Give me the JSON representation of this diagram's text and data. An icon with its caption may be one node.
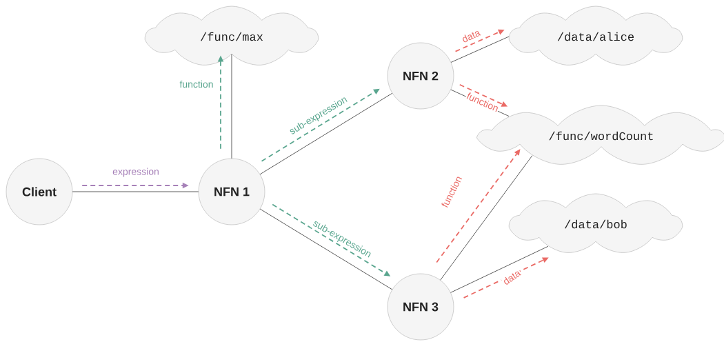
{
  "diagram": {
    "nodes": [
      {
        "text": [
          "Client"
        ]
      },
      {
        "text": [
          "NFN 1"
        ]
      },
      {
        "text": [
          "NFN 2"
        ]
      },
      {
        "text": [
          "NFN 3"
        ]
      },
      {
        "text": [
          "/func/max"
        ]
      },
      {
        "text": [
          "/data/alice"
        ]
      },
      {
        "text": [
          "/func/wordCount"
        ]
      },
      {
        "text": [
          "/data/bob"
        ]
      }
    ],
    "edges": [
      {
        "from": 0,
        "to": 1,
        "arrow": "none"
      },
      {
        "from": 1,
        "to": 4,
        "arrow": "none"
      },
      {
        "from": 1,
        "to": 2,
        "arrow": "none"
      },
      {
        "from": 1,
        "to": 3,
        "arrow": "none"
      },
      {
        "from": 2,
        "to": 5,
        "arrow": "none"
      },
      {
        "from": 2,
        "to": 6,
        "arrow": "none"
      },
      {
        "from": 3,
        "to": 6,
        "arrow": "none"
      },
      {
        "from": 3,
        "to": 7,
        "arrow": "none"
      },
      {
        "from": 0,
        "to": 1,
        "arrow": "to",
        "label": "expression",
        "style": "dashed",
        "color": "#a680b8"
      },
      {
        "from": 1,
        "to": 4,
        "arrow": "to",
        "label": "function",
        "style": "dashed",
        "color": "#5aa68f"
      },
      {
        "from": 1,
        "to": 2,
        "arrow": "to",
        "label": "sub-expression",
        "style": "dashed",
        "color": "#5aa68f"
      },
      {
        "from": 1,
        "to": 3,
        "arrow": "to",
        "label": "sub-expression",
        "style": "dashed",
        "color": "#5aa68f"
      },
      {
        "from": 2,
        "to": 5,
        "arrow": "to",
        "label": "data",
        "style": "dashed",
        "color": "#ea6b66"
      },
      {
        "from": 2,
        "to": 6,
        "arrow": "to",
        "label": "function",
        "style": "dashed",
        "color": "#ea6b66"
      },
      {
        "from": 3,
        "to": 6,
        "arrow": "to",
        "label": "function",
        "style": "dashed",
        "color": "#ea6b66"
      },
      {
        "from": 3,
        "to": 7,
        "arrow": "to",
        "label": "data",
        "style": "dashed",
        "color": "#ea6b66"
      }
    ]
  }
}
